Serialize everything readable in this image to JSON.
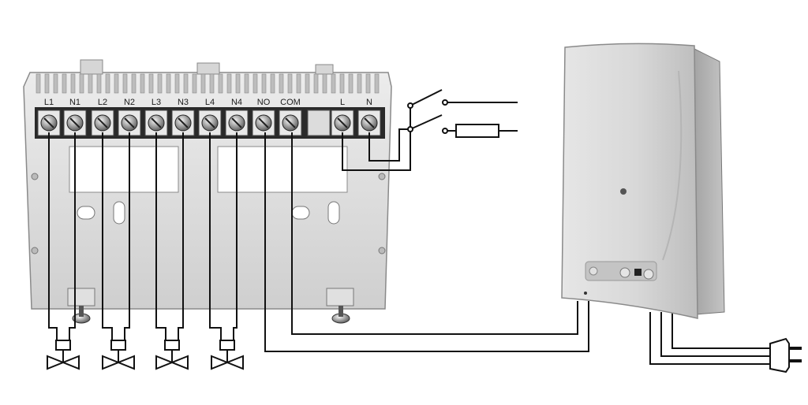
{
  "terminal_block": {
    "terminals": [
      {
        "id": "L1",
        "label": "L1"
      },
      {
        "id": "N1",
        "label": "N1"
      },
      {
        "id": "L2",
        "label": "L2"
      },
      {
        "id": "N2",
        "label": "N2"
      },
      {
        "id": "L3",
        "label": "L3"
      },
      {
        "id": "N3",
        "label": "N3"
      },
      {
        "id": "L4",
        "label": "L4"
      },
      {
        "id": "N4",
        "label": "N4"
      },
      {
        "id": "NO",
        "label": "NO"
      },
      {
        "id": "COM",
        "label": "COM"
      },
      {
        "id": "L",
        "label": "L"
      },
      {
        "id": "N",
        "label": "N"
      }
    ]
  },
  "colors": {
    "wire": "#111111",
    "plate": "#dedede",
    "boiler_body": "#d2d2d2",
    "background": "#ffffff"
  },
  "components": {
    "valves": 4,
    "switches": 2,
    "fuses": 1,
    "boiler": 1,
    "plug": 1
  }
}
